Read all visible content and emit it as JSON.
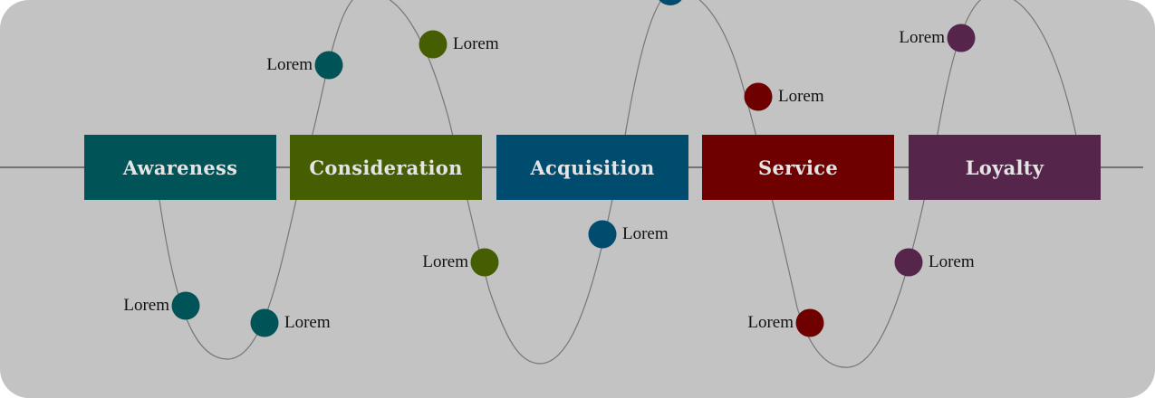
{
  "stages": [
    {
      "label": "Awareness",
      "color": "#005356"
    },
    {
      "label": "Consideration",
      "color": "#465e02"
    },
    {
      "label": "Acquisition",
      "color": "#004c6f"
    },
    {
      "label": "Service",
      "color": "#6f0000"
    },
    {
      "label": "Loyalty",
      "color": "#56254b"
    }
  ],
  "points": [
    {
      "label": "Lorem",
      "stage": 0,
      "color": "#005356"
    },
    {
      "label": "Lorem",
      "stage": 0,
      "color": "#005356"
    },
    {
      "label": "Lorem",
      "stage": 0,
      "color": "#005356"
    },
    {
      "label": "Lorem",
      "stage": 1,
      "color": "#465e02"
    },
    {
      "label": "Lorem",
      "stage": 1,
      "color": "#465e02"
    },
    {
      "label": "Lorem",
      "stage": 2,
      "color": "#004c6f"
    },
    {
      "label": "Lorem",
      "stage": 3,
      "color": "#6f0000"
    },
    {
      "label": "Lorem",
      "stage": 3,
      "color": "#6f0000"
    },
    {
      "label": "Lorem",
      "stage": 4,
      "color": "#56254b"
    },
    {
      "label": "Lorem",
      "stage": 4,
      "color": "#56254b"
    }
  ]
}
